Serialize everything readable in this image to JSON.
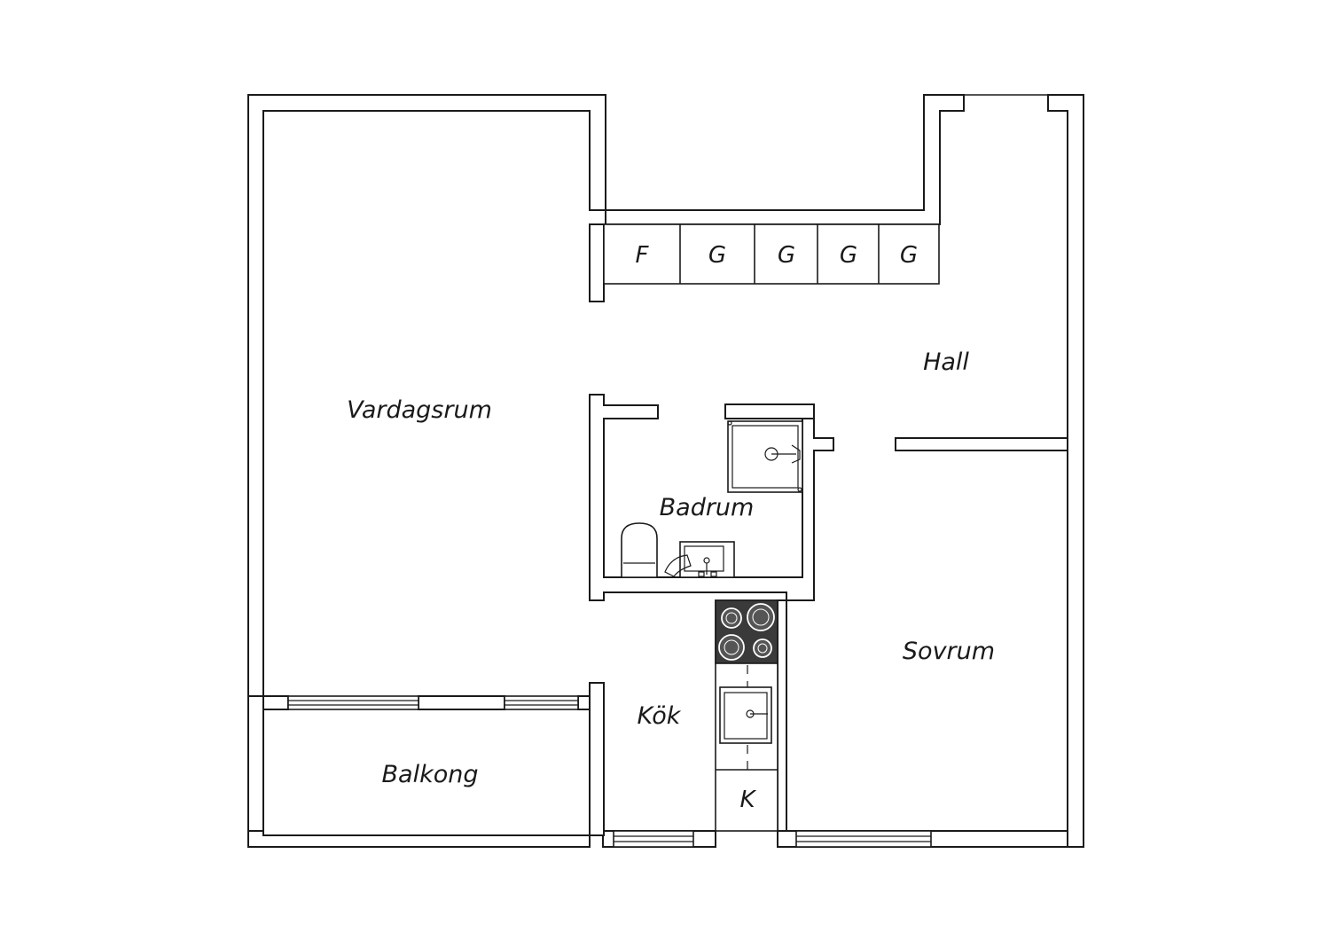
{
  "rooms": {
    "living_room": "Vardagsrum",
    "hall": "Hall",
    "bathroom": "Badrum",
    "bedroom": "Sovrum",
    "kitchen": "Kök",
    "balcony": "Balkong"
  },
  "wardrobes": [
    "F",
    "G",
    "G",
    "G",
    "G"
  ],
  "kitchen_cabinet": "K",
  "colors": {
    "wall": "#1a1a1a",
    "stove": "#3a3a3a",
    "background": "#ffffff"
  },
  "icons": [
    "toilet-icon",
    "sink-icon",
    "shower-icon",
    "stove-icon",
    "kitchen-sink-icon",
    "window-icon"
  ]
}
